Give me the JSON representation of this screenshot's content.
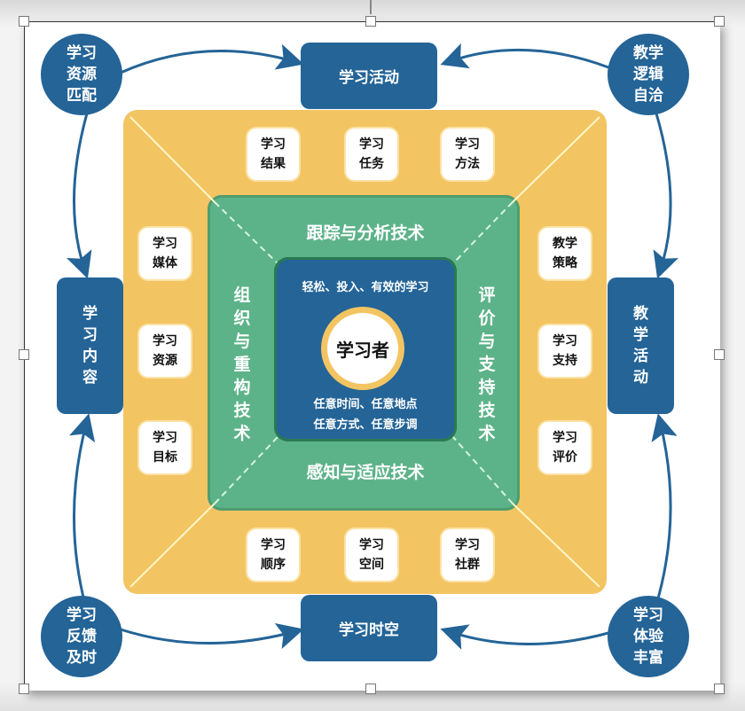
{
  "colors": {
    "blue": "#246497",
    "yellow": "#f3c462",
    "green": "#5db389",
    "white": "#ffffff"
  },
  "center": {
    "label": "学习者",
    "top_text": "轻松、投入、有效的学习",
    "bottom_line1": "任意时间、任意地点",
    "bottom_line2": "任意方式、任意步调"
  },
  "technologies": {
    "top": "跟踪与分析技术",
    "bottom": "感知与适应技术",
    "left": "组织与重构技术",
    "right": "评价与支持技术"
  },
  "cards": {
    "top": [
      [
        "学习",
        "结果"
      ],
      [
        "学习",
        "任务"
      ],
      [
        "学习",
        "方法"
      ]
    ],
    "bottom": [
      [
        "学习",
        "顺序"
      ],
      [
        "学习",
        "空间"
      ],
      [
        "学习",
        "社群"
      ]
    ],
    "left": [
      [
        "学习",
        "媒体"
      ],
      [
        "学习",
        "资源"
      ],
      [
        "学习",
        "目标"
      ]
    ],
    "right": [
      [
        "教学",
        "策略"
      ],
      [
        "学习",
        "支持"
      ],
      [
        "学习",
        "评价"
      ]
    ]
  },
  "sides": {
    "top": "学习活动",
    "bottom": "学习时空",
    "left": [
      "学",
      "习",
      "内",
      "容"
    ],
    "right": [
      "教",
      "学",
      "活",
      "动"
    ]
  },
  "corners": {
    "top_left": [
      "学习",
      "资源",
      "匹配"
    ],
    "top_right": [
      "教学",
      "逻辑",
      "自洽"
    ],
    "bottom_left": [
      "学习",
      "反馈",
      "及时"
    ],
    "bottom_right": [
      "学习",
      "体验",
      "丰富"
    ]
  }
}
